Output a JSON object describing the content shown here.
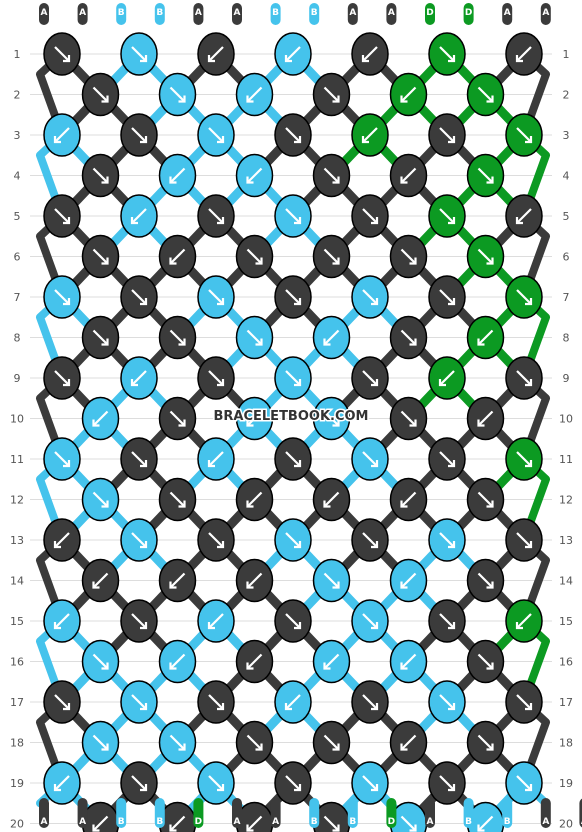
{
  "watermark": "BRACELETBOOK.COM",
  "colors": {
    "A": "#3b3b3b",
    "B": "#45c3ec",
    "D": "#0c9a22"
  },
  "top_strings": [
    "A",
    "A",
    "B",
    "B",
    "A",
    "A",
    "B",
    "B",
    "A",
    "A",
    "D",
    "D",
    "A",
    "A"
  ],
  "bottom_strings": [
    "A",
    "A",
    "B",
    "B",
    "D",
    "A",
    "A",
    "B",
    "B",
    "D",
    "A",
    "B",
    "B",
    "A",
    "A"
  ],
  "row_numbers": [
    "1",
    "2",
    "3",
    "4",
    "5",
    "6",
    "7",
    "8",
    "9",
    "10",
    "11",
    "12",
    "13",
    "14",
    "15",
    "16",
    "17",
    "18",
    "19",
    "20"
  ],
  "knots": [
    [
      "A:f",
      "B:f",
      "A:b",
      "B:bf",
      "A:b",
      "D:f",
      "A:b"
    ],
    [
      "A:f",
      "B:f",
      "B:b",
      "A:f",
      "D:b",
      "D:f"
    ],
    [
      "B:b",
      "A:f",
      "B:f",
      "A:f",
      "D:bf",
      "A:f",
      "D:f"
    ],
    [
      "A:f",
      "B:b",
      "B:b",
      "A:f",
      "A:b",
      "D:f"
    ],
    [
      "A:f",
      "B:b",
      "A:f",
      "B:f",
      "A:f",
      "D:f",
      "A:b"
    ],
    [
      "A:f",
      "A:b",
      "A:f",
      "A:f",
      "A:f",
      "D:f"
    ],
    [
      "B:f",
      "A:f",
      "B:f",
      "A:f",
      "B:fb",
      "A:f",
      "D:fb"
    ],
    [
      "A:f",
      "A:f",
      "B:f",
      "B:b",
      "A:f",
      "D:b"
    ],
    [
      "A:f",
      "B:b",
      "A:f",
      "B:f",
      "A:f",
      "D:b",
      "A:f"
    ],
    [
      "B:b",
      "A:f",
      "B:b",
      "B:f",
      "A:f",
      "A:b"
    ],
    [
      "B:f",
      "A:f",
      "B:b",
      "A:f",
      "B:f",
      "A:f",
      "D:f"
    ],
    [
      "B:f",
      "A:f",
      "A:b",
      "A:b",
      "A:b",
      "A:f"
    ],
    [
      "A:b",
      "B:f",
      "A:f",
      "B:f",
      "A:f",
      "B:fb",
      "A:fb"
    ],
    [
      "A:b",
      "A:b",
      "A:b",
      "B:f",
      "B:b",
      "A:f"
    ],
    [
      "B:b",
      "A:f",
      "B:b",
      "A:f",
      "B:f",
      "A:f",
      "D:b"
    ],
    [
      "B:f",
      "B:b",
      "A:b",
      "B:b",
      "B:b",
      "A:f"
    ],
    [
      "A:f",
      "B:f",
      "A:f",
      "B:b",
      "A:f",
      "B:f",
      "A:f"
    ],
    [
      "B:f",
      "B:f",
      "A:f",
      "A:f",
      "A:b",
      "A:f"
    ],
    [
      "B:bf",
      "A:f",
      "B:f",
      "A:f",
      "B:f",
      "A:f",
      "B:fb"
    ],
    [
      "A:b",
      "A:b",
      "A:b",
      "A:f",
      "B:f",
      "B:b"
    ]
  ]
}
